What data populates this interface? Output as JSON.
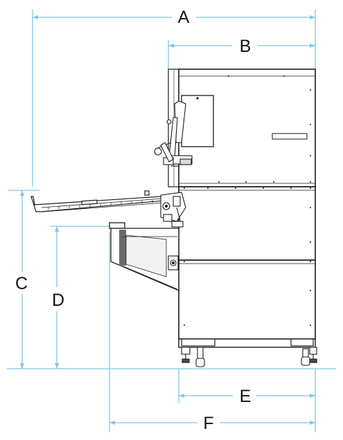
{
  "dimensions": {
    "A": "A",
    "B": "B",
    "C": "C",
    "D": "D",
    "E": "E",
    "F": "F"
  },
  "colors": {
    "dimension_line": "#7fc6e6",
    "machine_outline": "#1a1a1a",
    "machine_fill": "#ffffff",
    "shade": "#6b6b6b"
  }
}
